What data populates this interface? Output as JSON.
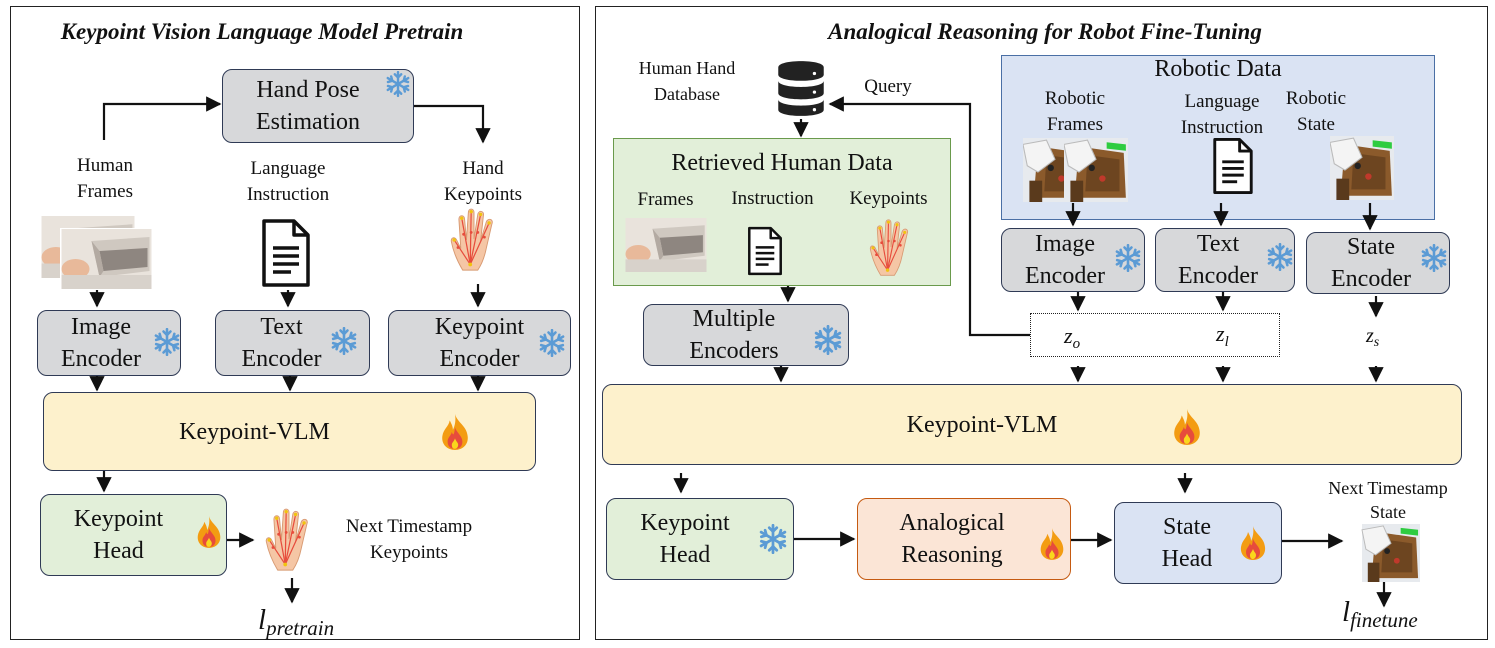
{
  "left": {
    "title": "Keypoint Vision Language Model Pretrain",
    "hand_pose": "Hand Pose\nEstimation",
    "human_frames": "Human\nFrames",
    "language_instruction": "Language\nInstruction",
    "hand_keypoints": "Hand\nKeypoints",
    "image_encoder": "Image\nEncoder",
    "text_encoder": "Text\nEncoder",
    "keypoint_encoder": "Keypoint\nEncoder",
    "vlm": "Keypoint-VLM",
    "keypoint_head": "Keypoint\nHead",
    "next_keypoints": "Next Timestamp\nKeypoints",
    "loss_main": "l",
    "loss_sub": "pretrain"
  },
  "right": {
    "title": "Analogical Reasoning for Robot Fine-Tuning",
    "database": "Human Hand\nDatabase",
    "query": "Query",
    "retrieved_title": "Retrieved Human Data",
    "retrieved_frames": "Frames",
    "retrieved_instruction": "Instruction",
    "retrieved_keypoints": "Keypoints",
    "robotic_title": "Robotic Data",
    "robotic_frames": "Robotic\nFrames",
    "robotic_language": "Language\nInstruction",
    "robotic_state": "Robotic\nState",
    "image_encoder": "Image\nEncoder",
    "text_encoder": "Text\nEncoder",
    "state_encoder": "State\nEncoder",
    "multiple_encoders": "Multiple\nEncoders",
    "z_o_main": "z",
    "z_o_sub": "o",
    "z_l_main": "z",
    "z_l_sub": "l",
    "z_s_main": "z",
    "z_s_sub": "s",
    "vlm": "Keypoint-VLM",
    "keypoint_head": "Keypoint\nHead",
    "analogical": "Analogical\nReasoning",
    "state_head": "State\nHead",
    "next_state": "Next Timestamp\nState",
    "loss_main": "l",
    "loss_sub": "finetune"
  },
  "colors": {
    "frozen": "#5b9bd5",
    "fire": "#f5a623",
    "gray_box": "#d7d8da",
    "vlm_box": "#fdf1cc",
    "green_box": "#e2efd9",
    "orange_box": "#fbe5d6",
    "blue_box": "#dae3f3"
  },
  "icons": [
    "snowflake-icon",
    "fire-icon",
    "document-icon",
    "database-icon",
    "hand-keypoints-icon",
    "frames-thumbnail",
    "robot-frame-thumbnail"
  ]
}
